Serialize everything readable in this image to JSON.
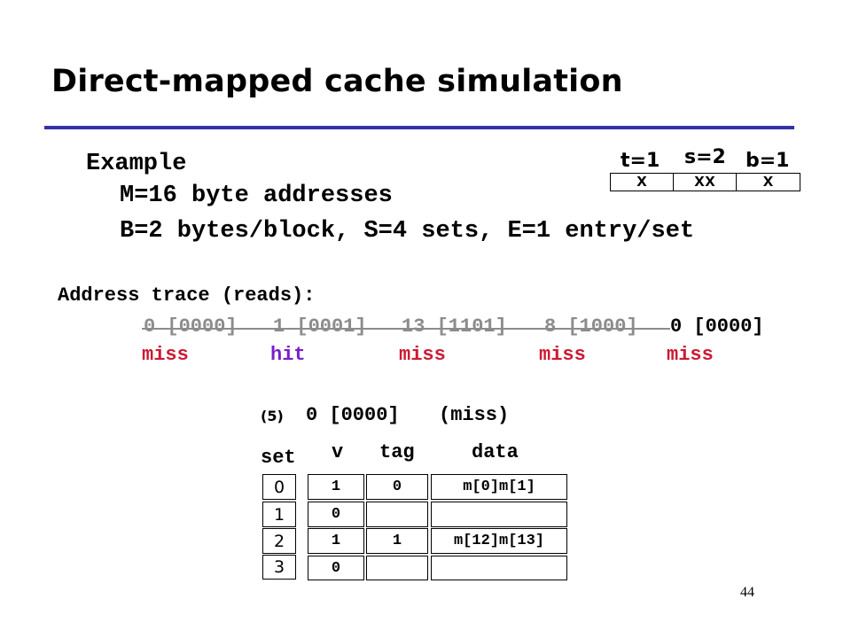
{
  "slide": {
    "title": "Direct-mapped cache simulation",
    "page_number": "44"
  },
  "example": {
    "heading": "Example",
    "line1": "M=16 byte addresses",
    "line2": "B=2 bytes/block, S=4 sets, E=1 entry/set"
  },
  "address_format": {
    "t_label": "t=1",
    "s_label": "s=2",
    "b_label": "b=1",
    "t_field": "x",
    "s_field": "xx",
    "b_field": "x"
  },
  "trace": {
    "heading": "Address trace (reads):",
    "accesses": [
      {
        "addr": "0 [0000]",
        "result": "miss"
      },
      {
        "addr": "1 [0001]",
        "result": "hit"
      },
      {
        "addr": "13 [1101]",
        "result": "miss"
      },
      {
        "addr": "8 [1000]",
        "result": "miss"
      },
      {
        "addr": "0 [0000]",
        "result": "miss"
      }
    ]
  },
  "step": {
    "number": "(5)",
    "text": "0 [0000]",
    "status": "(miss)"
  },
  "cache": {
    "set_header": "set",
    "v_header": "v",
    "tag_header": "tag",
    "data_header": "data",
    "rows": [
      {
        "set": "0",
        "v": "1",
        "tag": "0",
        "data": "m[0]m[1]"
      },
      {
        "set": "1",
        "v": "0",
        "tag": "",
        "data": ""
      },
      {
        "set": "2",
        "v": "1",
        "tag": "1",
        "data": "m[12]m[13]"
      },
      {
        "set": "3",
        "v": "0",
        "tag": "",
        "data": ""
      }
    ]
  },
  "colors": {
    "rule": "#3333a8",
    "miss": "#cc1a33",
    "hit": "#7a1fc7",
    "past": "#8c8c8c"
  }
}
